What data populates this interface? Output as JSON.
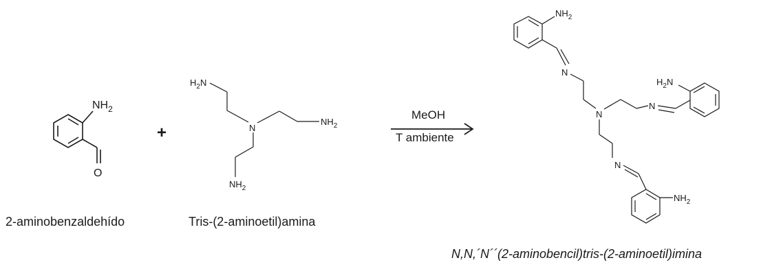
{
  "reactant1": {
    "name": "2-aminobenzaldehído",
    "substituent_amine": "NH",
    "substituent_amine_sub": "2",
    "carbonyl_atom": "O"
  },
  "plus_sign": "+",
  "reactant2": {
    "name": "Tris-(2-aminoetil)amina",
    "amine_top": "H",
    "amine_top_sub": "2",
    "amine_top_n": "N",
    "central_n": "N",
    "amine_right": "NH",
    "amine_right_sub": "2",
    "amine_bottom": "NH",
    "amine_bottom_sub": "2"
  },
  "reaction": {
    "solvent": "MeOH",
    "condition": "T ambiente"
  },
  "product": {
    "name": "N,N,´N´´(2-aminobencil)tris-(2-aminoetil)imina",
    "central_n": "N",
    "imine_n": "N",
    "amine": "NH",
    "amine_sub": "2",
    "amine_left_h": "H",
    "amine_left_sub": "2",
    "amine_left_n": "N"
  }
}
